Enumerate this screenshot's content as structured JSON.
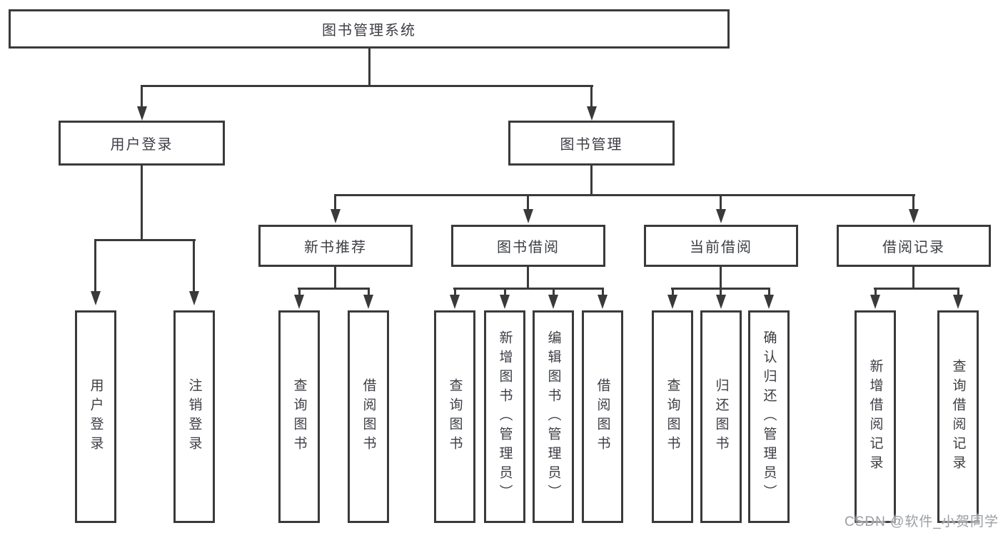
{
  "root": {
    "label": "图书管理系统"
  },
  "branches": [
    {
      "label": "用户登录",
      "leaves": [
        "用户登录",
        "注销登录"
      ]
    },
    {
      "label": "图书管理",
      "groups": [
        {
          "label": "新书推荐",
          "leaves": [
            "查询图书",
            "借阅图书"
          ]
        },
        {
          "label": "图书借阅",
          "leaves": [
            "查询图书",
            "新增图书（管理员）",
            "编辑图书（管理员）",
            "借阅图书"
          ]
        },
        {
          "label": "当前借阅",
          "leaves": [
            "查询图书",
            "归还图书",
            "确认归还（管理员）"
          ]
        },
        {
          "label": "借阅记录",
          "leaves": [
            "新增借阅记录",
            "查询借阅记录"
          ]
        }
      ]
    }
  ],
  "watermark": "CSDN @软件_小贺同学",
  "colors": {
    "line": "#3a3a3c",
    "text": "#3c3e44",
    "watermark": "#9b9ea3",
    "background": "#ffffff"
  }
}
